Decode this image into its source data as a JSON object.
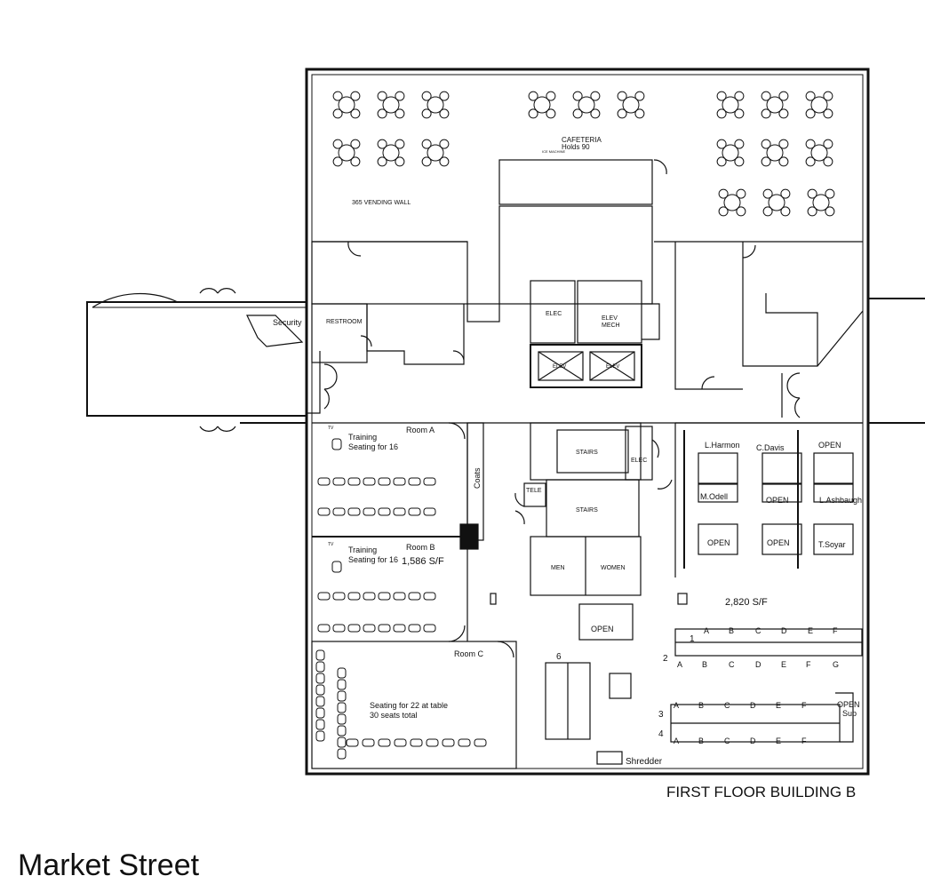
{
  "building": {
    "floor_title": "FIRST FLOOR BUILDING B",
    "street_label": "Market Street"
  },
  "rooms": {
    "cafeteria_title": "CAFETERIA",
    "cafeteria_capacity": "Holds 90",
    "vending": "365 VENDING WALL",
    "ice_machine": "ICE MACHINE",
    "security": "Security",
    "restroom": "RESTROOM",
    "elec_upper": "ELEC",
    "elev_mech_1": "ELEV",
    "elev_mech_2": "MECH",
    "elev_1": "ELEV",
    "elev_2": "ELEV",
    "stairs_1": "STAIRS",
    "stairs_2": "STAIRS",
    "elec_lower": "ELEC",
    "tele": "TELE",
    "men": "MEN",
    "women": "WOMEN",
    "coats": "Coats",
    "room_a": "Room A",
    "room_b": "Room B",
    "room_c": "Room C",
    "training_1": "Training",
    "seating_16_a": "Seating for 16",
    "training_2": "Training",
    "seating_16_b": "Seating for 16",
    "area_1": "1,586  S/F",
    "area_2": "2,820  S/F",
    "room_c_seat_1": "Seating for 22 at table",
    "room_c_seat_2": "30 seats total",
    "tv_a": "TV",
    "tv_b": "TV",
    "shredder": "Shredder",
    "open_sup_1": "OPEN",
    "open_sup_2": "Sup",
    "open_small": "OPEN",
    "pod_label": "6"
  },
  "offices": [
    {
      "name": "L.Harmon"
    },
    {
      "name": "C.Davis"
    },
    {
      "name": "OPEN"
    },
    {
      "name": "M.Odell"
    },
    {
      "name": "OPEN"
    },
    {
      "name": "L.Ashbaugh"
    },
    {
      "name": "OPEN"
    },
    {
      "name": "OPEN"
    },
    {
      "name": "T.Soyar"
    }
  ],
  "cubicle_rows": {
    "row_numbers": [
      "1",
      "2",
      "3",
      "4"
    ],
    "upper_top_letters": [
      "A",
      "B",
      "C",
      "D",
      "E",
      "F"
    ],
    "upper_bottom_letters": [
      "A",
      "B",
      "C",
      "D",
      "E",
      "F",
      "G"
    ],
    "lower_top_letters": [
      "A",
      "B",
      "C",
      "D",
      "E",
      "F"
    ],
    "lower_bottom_letters": [
      "A",
      "B",
      "C",
      "D",
      "E",
      "F"
    ]
  }
}
